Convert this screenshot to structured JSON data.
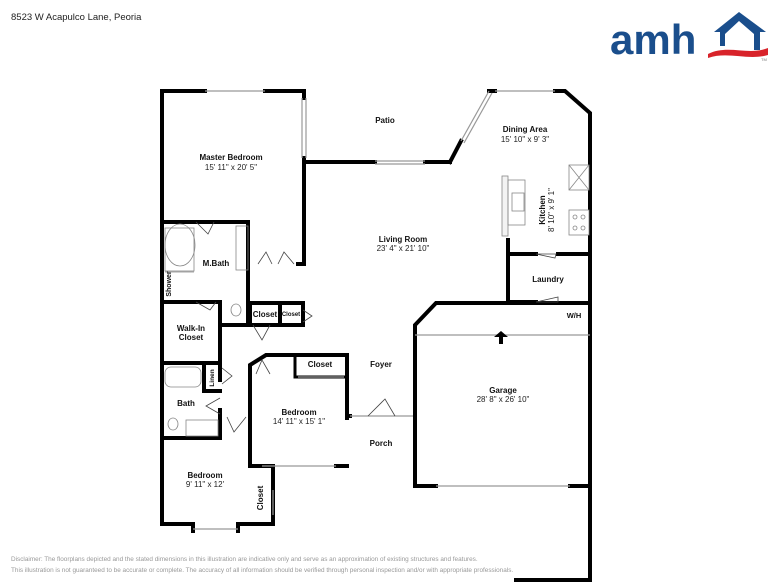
{
  "header": {
    "address": "8523 W Acapulco Lane, Peoria",
    "logo_text": "amh",
    "logo_trademark": "TM",
    "brand_colors": {
      "blue": "#1a4e8c",
      "red": "#d8232a"
    }
  },
  "rooms": {
    "master_bedroom": {
      "name": "Master Bedroom",
      "dims": "15' 11\" x 20' 5\""
    },
    "patio": {
      "name": "Patio"
    },
    "dining_area": {
      "name": "Dining Area",
      "dims": "15' 10\" x 9' 3\""
    },
    "kitchen": {
      "name": "Kitchen",
      "dims": "8' 10\" x 9' 1\""
    },
    "living_room": {
      "name": "Living Room",
      "dims": "23' 4\" x 21' 10\""
    },
    "m_bath": {
      "name": "M.Bath"
    },
    "shower": {
      "name": "Shower"
    },
    "laundry": {
      "name": "Laundry"
    },
    "wh": {
      "name": "W/H"
    },
    "closet_a": {
      "name": "Closet"
    },
    "closet_b": {
      "name": "Closet"
    },
    "walk_in_closet": {
      "name": "Walk-In\nCloset",
      "line1": "Walk-In",
      "line2": "Closet"
    },
    "linen": {
      "name": "Linen"
    },
    "bath": {
      "name": "Bath"
    },
    "bedroom_2": {
      "name": "Bedroom",
      "dims": "14' 11\" x 15' 1\""
    },
    "bedroom_2_closet": {
      "name": "Closet"
    },
    "foyer": {
      "name": "Foyer"
    },
    "porch": {
      "name": "Porch"
    },
    "garage": {
      "name": "Garage",
      "dims": "28' 8\" x 26' 10\""
    },
    "bedroom_3": {
      "name": "Bedroom",
      "dims": "9' 11\" x 12'"
    },
    "bedroom_3_closet": {
      "name": "Closet"
    }
  },
  "footer": {
    "disclaimer_line1": "Disclaimer: The floorplans depicted and the stated dimensions in this illustration are indicative only and serve as an approximation of existing structures and features.",
    "disclaimer_line2": "This illustration is not guaranteed to be accurate or complete. The accuracy of all information should be verified through personal inspection and/or with appropriate professionals."
  }
}
